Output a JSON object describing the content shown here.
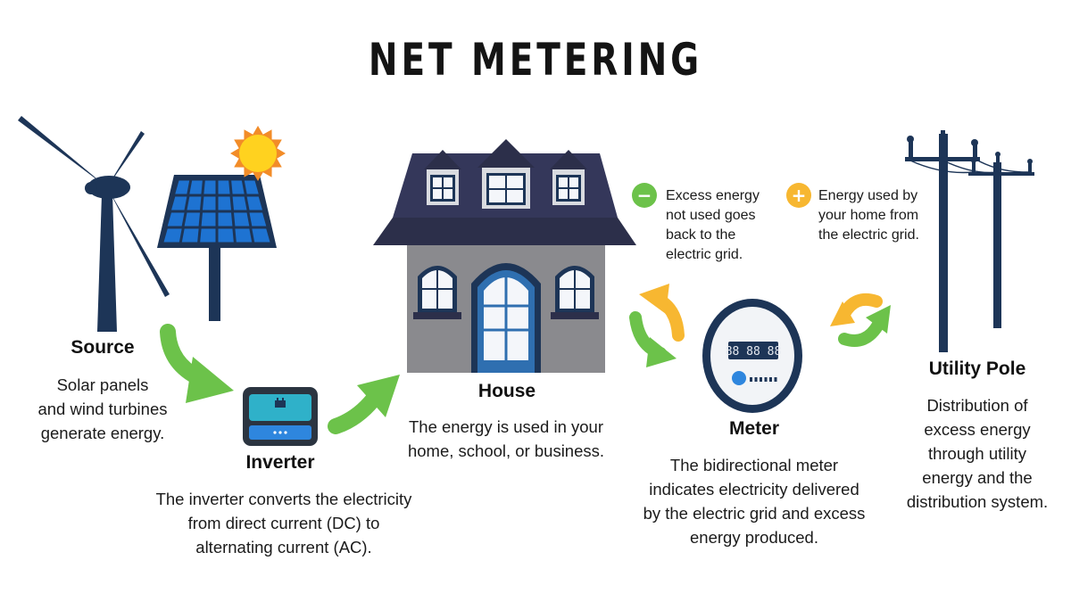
{
  "title": "NET METERING",
  "source": {
    "heading": "Source",
    "lines": [
      "Solar panels",
      "and wind turbines",
      "generate energy."
    ]
  },
  "inverter": {
    "heading": "Inverter",
    "lines": [
      "The inverter converts the electricity",
      "from direct current (DC) to",
      "alternating current (AC)."
    ]
  },
  "house": {
    "heading": "House",
    "lines": [
      "The energy is used in your",
      "home, school, or business."
    ]
  },
  "meter": {
    "heading": "Meter",
    "display": "88 88 88",
    "lines": [
      "The bidirectional meter",
      "indicates electricity delivered",
      "by the electric grid and excess",
      "energy produced."
    ]
  },
  "utility_pole": {
    "heading": "Utility Pole",
    "lines": [
      "Distribution of",
      "excess energy",
      "through utility",
      "energy and the",
      "distribution system."
    ]
  },
  "notes": {
    "minus": {
      "symbol": "−",
      "color": "#6cc24a",
      "lines": [
        "Excess energy",
        "not used goes",
        "back to the",
        "electric grid."
      ]
    },
    "plus": {
      "symbol": "+",
      "color": "#f7b731",
      "lines": [
        "Energy used by",
        "your home from",
        "the electric grid."
      ]
    }
  },
  "colors": {
    "navy": "#1d3557",
    "panel_blue": "#1e73d2",
    "arrow_green": "#6cc24a",
    "arrow_yellow": "#f7b731",
    "house_gray": "#8a8a8e",
    "roof": "#2c2f4a",
    "door_blue": "#2f6fb0"
  }
}
